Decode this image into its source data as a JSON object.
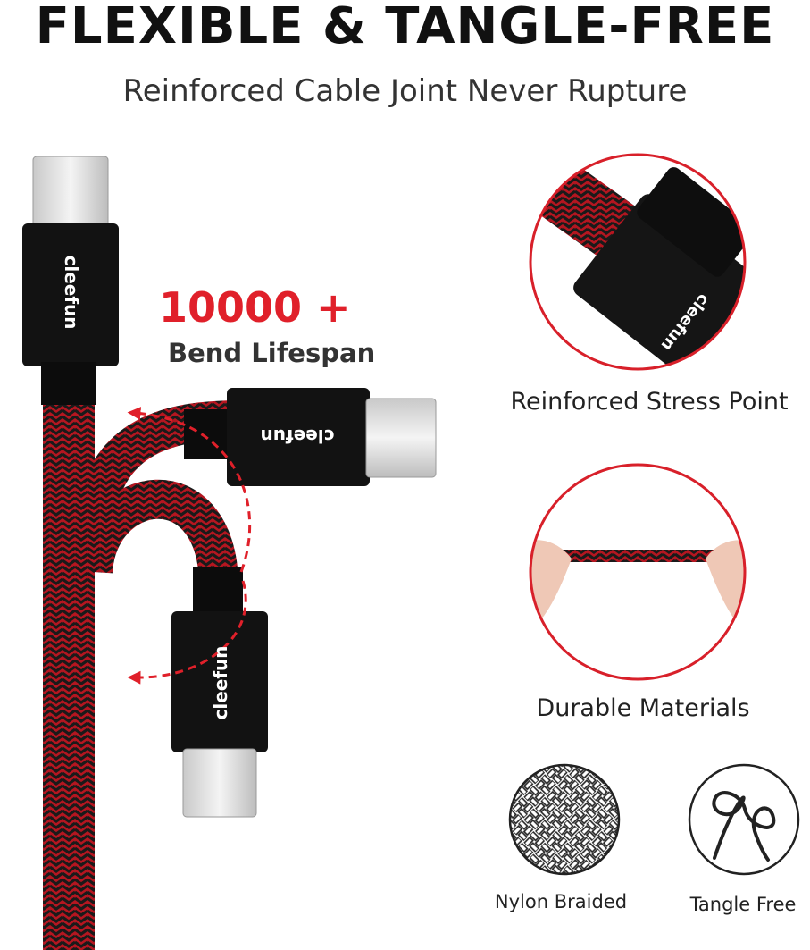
{
  "headline": "FLEXIBLE & TANGLE-FREE",
  "subheadline": "Reinforced Cable Joint Never Rupture",
  "bend": {
    "count": "10000 +",
    "label": "Bend Lifespan"
  },
  "brand": "cleefun",
  "features": {
    "stress_point": "Reinforced Stress Point",
    "durable": "Durable Materials",
    "nylon": "Nylon Braided",
    "tangle": "Tangle Free"
  },
  "colors": {
    "accent_red": "#e0202a",
    "cable_red": "#d8202a",
    "connector_black": "#111111"
  }
}
